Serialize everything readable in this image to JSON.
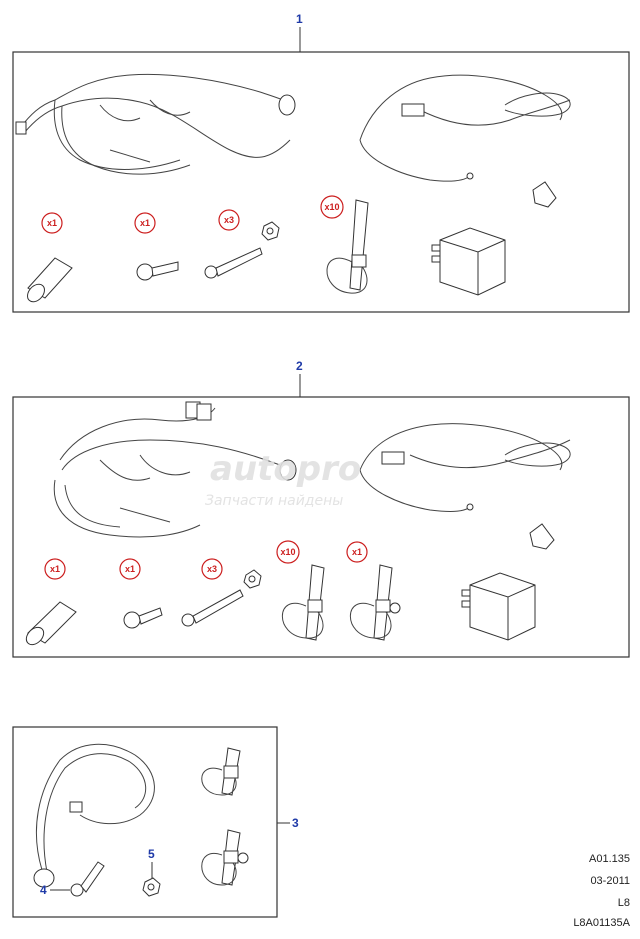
{
  "callouts": {
    "c1": "1",
    "c2": "2",
    "c3": "3",
    "c4": "4",
    "c5": "5"
  },
  "quantities": {
    "p1_fuse": "x1",
    "p1_screw": "x1",
    "p1_bolt": "x3",
    "p1_tie": "x10",
    "p2_fuse": "x1",
    "p2_screw": "x1",
    "p2_bolt": "x3",
    "p2_tie": "x10",
    "p2_tie2": "x1"
  },
  "reference": {
    "code": "A01.135",
    "date": "03-2011",
    "model": "L8",
    "drawing": "L8A01135A"
  },
  "watermark": {
    "line1": "autopro",
    "line2": "Запчасти найдены"
  },
  "colors": {
    "callout": "#1f3aa8",
    "quantity": "#cc1f1f"
  }
}
